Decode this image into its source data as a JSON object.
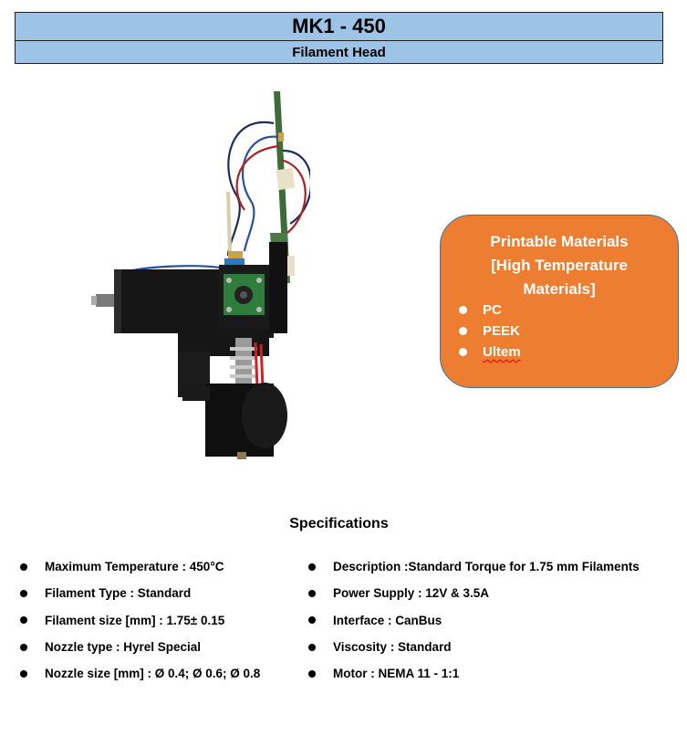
{
  "header": {
    "title": "MK1 - 450",
    "subtitle": "Filament Head"
  },
  "materials": {
    "title_line1": "Printable Materials",
    "title_line2": "[High Temperature",
    "title_line3": "Materials]",
    "items": [
      "PC",
      "PEEK",
      "Ultem"
    ],
    "box_color": "#ed7d31"
  },
  "specifications": {
    "heading": "Specifications",
    "left": [
      "Maximum Temperature : 450°C",
      "Filament Type : Standard",
      "Filament size [mm] : 1.75± 0.15",
      "Nozzle type : Hyrel Special",
      "Nozzle size [mm] : Ø 0.4; Ø 0.6; Ø 0.8"
    ],
    "right": [
      "Description :Standard Torque for 1.75 mm Filaments",
      "Power Supply : 12V & 3.5A",
      "Interface : CanBus",
      "Viscosity : Standard",
      "Motor : NEMA 11 - 1:1"
    ]
  },
  "colors": {
    "header_fill": "#9dc3e6",
    "materials_fill": "#ed7d31"
  }
}
